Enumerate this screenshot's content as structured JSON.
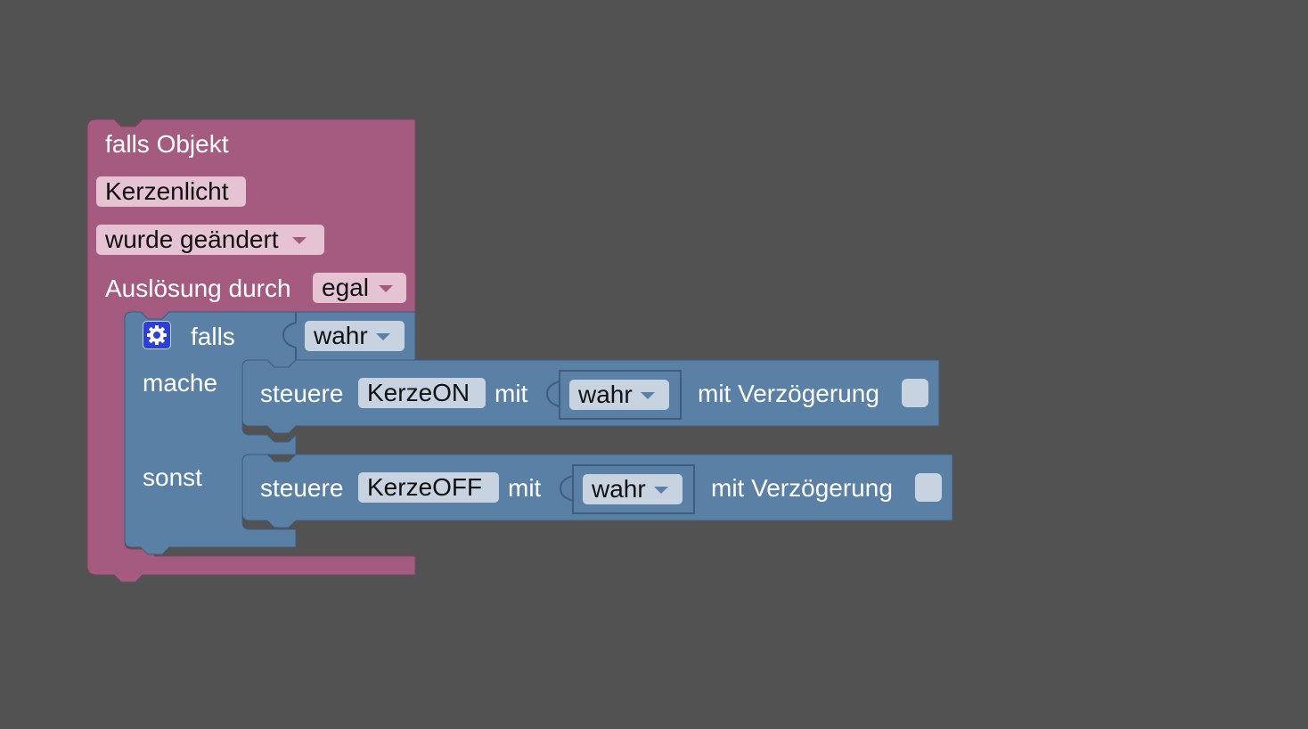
{
  "event_block": {
    "title": "falls Objekt",
    "object_name": "Kerzenlicht",
    "condition": "wurde geändert",
    "trigger_label": "Auslösung durch",
    "trigger_value": "egal",
    "color": "#a55b80"
  },
  "if_block": {
    "if_label": "falls",
    "condition_value": "wahr",
    "do_label": "mache",
    "else_label": "sonst",
    "color": "#5b80a5",
    "icon": "gear-icon"
  },
  "control_on": {
    "label": "steuere",
    "object": "KerzeON",
    "with_label": "mit",
    "value": "wahr",
    "delay_label": "mit Verzögerung",
    "delay_checked": false
  },
  "control_off": {
    "label": "steuere",
    "object": "KerzeOFF",
    "with_label": "mit",
    "value": "wahr",
    "delay_label": "mit Verzögerung",
    "delay_checked": false
  }
}
